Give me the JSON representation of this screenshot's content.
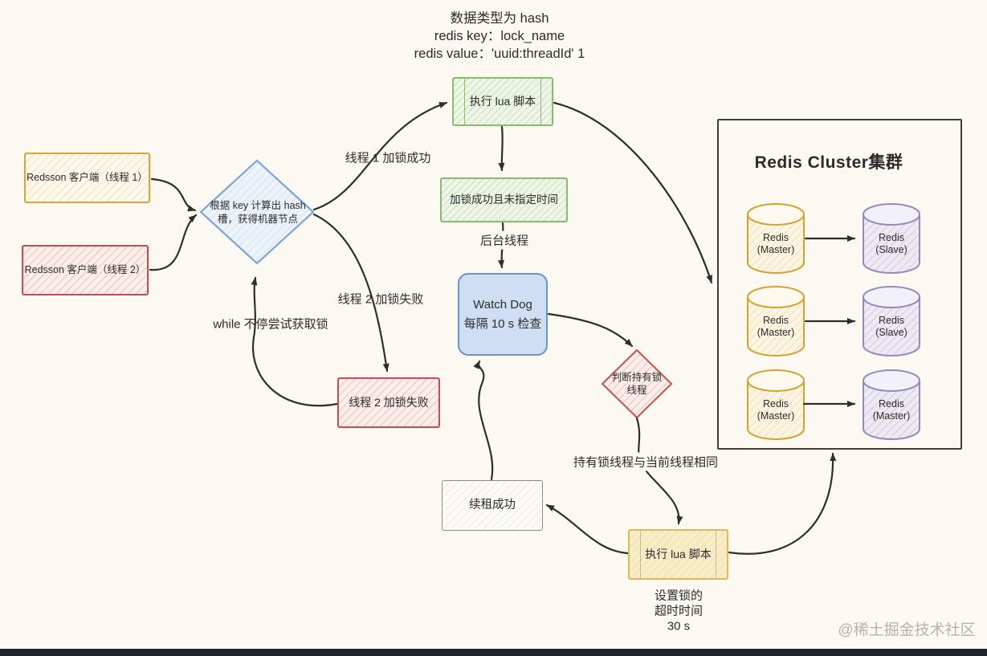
{
  "top_note": {
    "line1": "数据类型为 hash",
    "line2": "redis key：lock_name",
    "line3": "redis value：'uuid:threadId' 1"
  },
  "nodes": {
    "client1": "Redsson 客户端（线程 1）",
    "client2": "Redsson 客户端（线程 2）",
    "hash_diamond_line1": "根据 key 计算出 hash",
    "hash_diamond_line2": "槽，获得机器节点",
    "lua_top": "执行 lua 脚本",
    "lock_success": "加锁成功且未指定时间",
    "watchdog_line1": "Watch Dog",
    "watchdog_line2": "每隔 10 s 检查",
    "thread2_fail_box": "线程 2 加锁失败",
    "judge_diamond_line1": "判断持有锁",
    "judge_diamond_line2": "线程",
    "renew_success": "续租成功",
    "lua_bottom": "执行 lua 脚本"
  },
  "edge_labels": {
    "thread1_success": "线程 1 加锁成功",
    "thread2_fail": "线程 2 加锁失败",
    "while_retry": "while 不停尝试获取锁",
    "background_thread": "后台线程",
    "same_thread": "持有锁线程与当前线程相同",
    "timeout_line1": "设置锁的",
    "timeout_line2": "超时时间",
    "timeout_line3": "30 s"
  },
  "cluster": {
    "title": "Redis Cluster集群",
    "rows": [
      {
        "left": {
          "name": "Redis",
          "role": "(Master)"
        },
        "right": {
          "name": "Redis",
          "role": "(Slave)"
        }
      },
      {
        "left": {
          "name": "Redis",
          "role": "(Master)"
        },
        "right": {
          "name": "Redis",
          "role": "(Slave)"
        }
      },
      {
        "left": {
          "name": "Redis",
          "role": "(Master)"
        },
        "right": {
          "name": "Redis",
          "role": "(Master)"
        }
      }
    ]
  },
  "watermark": "@稀土掘金技术社区",
  "colors": {
    "background": "#fbf9f2",
    "yellow_border": "#d8a43c",
    "red_border": "#c0504d",
    "green_border": "#8cba70",
    "blue_border": "#6d93cc",
    "diamond_blue_border": "#78a3d8",
    "gray_border": "#8b8b8b",
    "gold_border": "#d9ba5e",
    "purple_border": "#9589bd",
    "arrow": "#2e2e2e",
    "watchdog_fill": "#cfdef2",
    "bottom_bar": "#23232b",
    "watermark_text": "#b7b3ab"
  }
}
